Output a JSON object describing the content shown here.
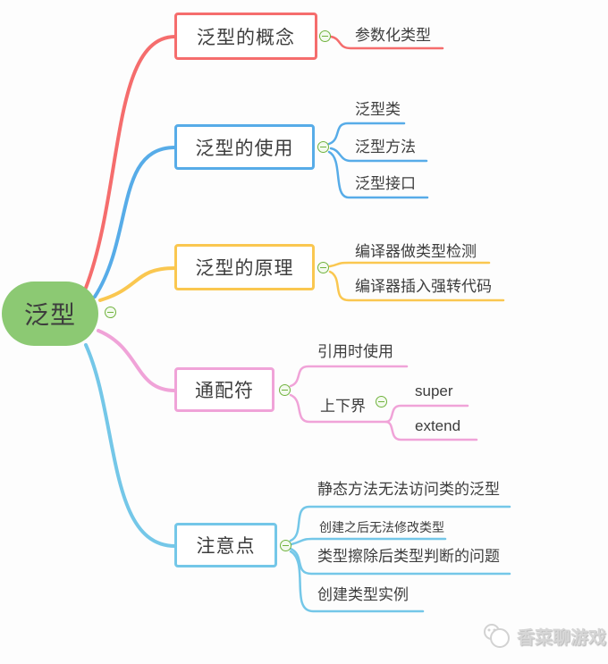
{
  "root": {
    "label": "泛型"
  },
  "branches": [
    {
      "label": "泛型的概念",
      "color": "#f56d6d",
      "children": [
        {
          "label": "参数化类型"
        }
      ]
    },
    {
      "label": "泛型的使用",
      "color": "#57ace8",
      "children": [
        {
          "label": "泛型类"
        },
        {
          "label": "泛型方法"
        },
        {
          "label": "泛型接口"
        }
      ]
    },
    {
      "label": "泛型的原理",
      "color": "#fac750",
      "children": [
        {
          "label": "编译器做类型检测"
        },
        {
          "label": "编译器插入强转代码"
        }
      ]
    },
    {
      "label": "通配符",
      "color": "#f0a3d8",
      "children": [
        {
          "label": "引用时使用"
        },
        {
          "label": "上下界",
          "children": [
            {
              "label": "super"
            },
            {
              "label": "extend"
            }
          ]
        }
      ]
    },
    {
      "label": "注意点",
      "color": "#74c7e8",
      "children": [
        {
          "label": "静态方法无法访问类的泛型"
        },
        {
          "label": "创建之后无法修改类型"
        },
        {
          "label": "类型擦除后类型判断的问题"
        },
        {
          "label": "创建类型实例"
        }
      ]
    }
  ],
  "watermark": {
    "text": "香菜聊游戏"
  },
  "colors": {
    "background": "#fdfdfd",
    "text": "#3d3d3d",
    "root_fill": "#8cc973",
    "collapse_green": "#71b33f",
    "collapse_fill": "#f3faee",
    "watermark": "#d6d6d6"
  }
}
